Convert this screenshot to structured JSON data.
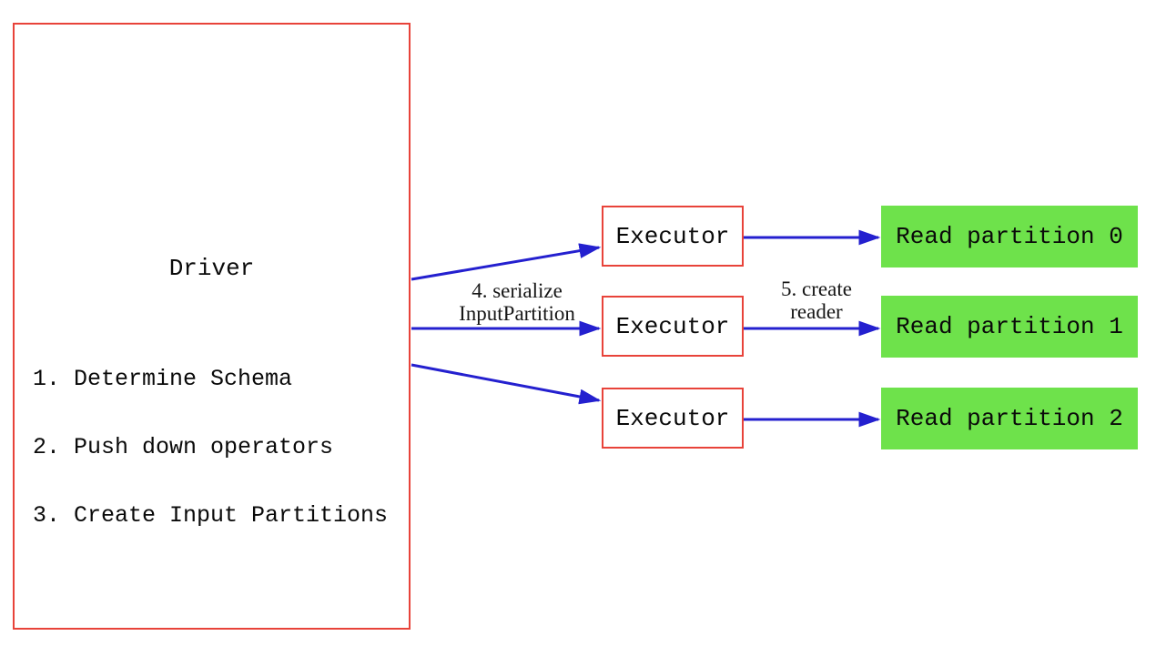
{
  "diagram": {
    "driver": {
      "title": "Driver",
      "steps": [
        "1. Determine Schema",
        "2. Push down operators",
        "3. Create Input Partitions"
      ]
    },
    "executors": [
      {
        "label": "Executor"
      },
      {
        "label": "Executor"
      },
      {
        "label": "Executor"
      }
    ],
    "partitions": [
      {
        "label": "Read partition 0"
      },
      {
        "label": "Read partition 1"
      },
      {
        "label": "Read partition 2"
      }
    ],
    "edge_labels": {
      "serialize": "4. serialize\nInputPartition",
      "create_reader": "5. create\nreader"
    },
    "colors": {
      "node_border": "#e8433a",
      "arrow": "#2420cf",
      "partition_fill": "#6ee24b",
      "text": "#0a0a0a"
    }
  }
}
